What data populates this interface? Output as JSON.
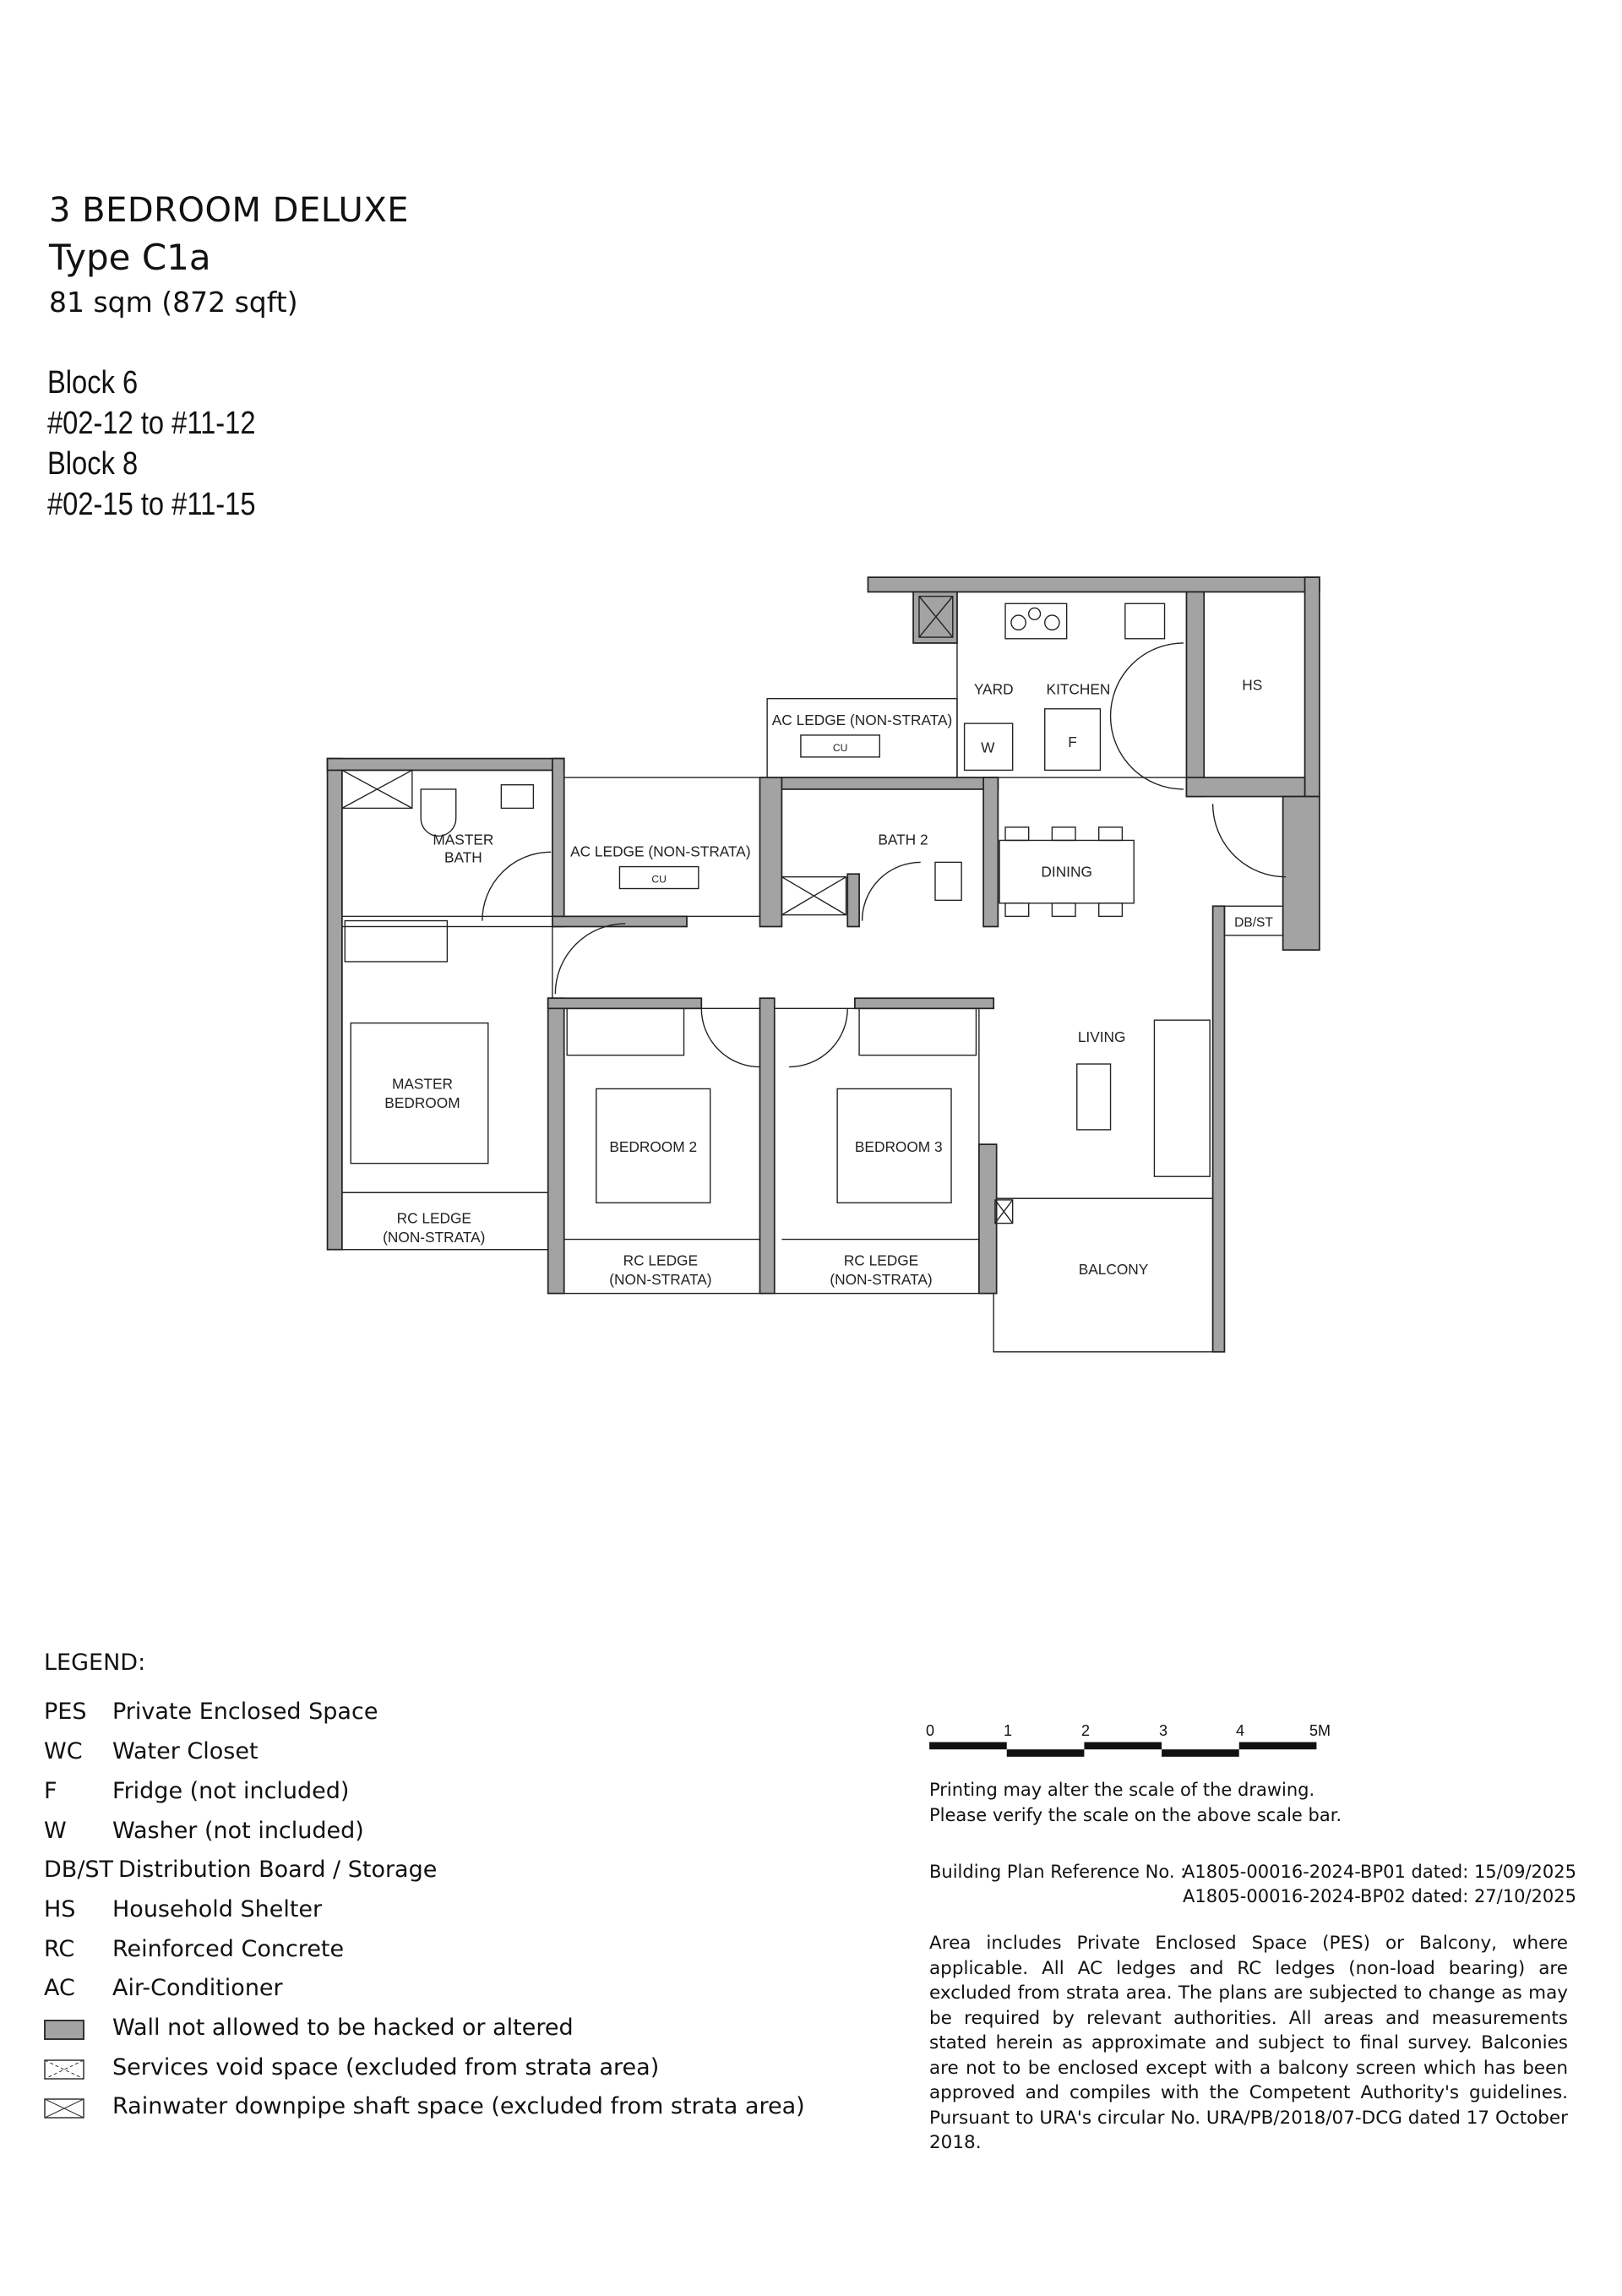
{
  "header": {
    "title": "3 BEDROOM DELUXE",
    "type": "Type C1a",
    "area": "81 sqm (872 sqft)",
    "blocks": [
      {
        "block": "Block 6",
        "units": "#02-12 to #11-12"
      },
      {
        "block": "Block 8",
        "units": "#02-15 to #11-15"
      }
    ]
  },
  "plan": {
    "labels": {
      "master_bath": [
        "MASTER",
        "BATH"
      ],
      "ac_ledge_1": "AC LEDGE (NON-STRATA)",
      "ac_ledge_2": "AC LEDGE (NON-STRATA)",
      "cu": "CU",
      "bath2": "BATH 2",
      "yard": "YARD",
      "kitchen": "KITCHEN",
      "hs": "HS",
      "washer": "W",
      "fridge": "F",
      "dining": "DINING",
      "dbst": "DB/ST",
      "living": "LIVING",
      "master_bedroom": [
        "MASTER",
        "BEDROOM"
      ],
      "bedroom2": "BEDROOM 2",
      "bedroom3": "BEDROOM 3",
      "rc_ledge": [
        "RC LEDGE",
        "(NON-STRATA)"
      ],
      "balcony": "BALCONY"
    },
    "wall_color": "#a3a3a3"
  },
  "legend": {
    "title": "LEGEND:",
    "items": [
      {
        "abbr": "PES",
        "desc": "Private Enclosed Space"
      },
      {
        "abbr": "WC",
        "desc": "Water Closet"
      },
      {
        "abbr": "F",
        "desc": "Fridge (not included)"
      },
      {
        "abbr": "W",
        "desc": "Washer (not included)"
      },
      {
        "abbr": "DB/ST",
        "desc": "Distribution Board / Storage"
      },
      {
        "abbr": "HS",
        "desc": "Household Shelter"
      },
      {
        "abbr": "RC",
        "desc": "Reinforced Concrete"
      },
      {
        "abbr": "AC",
        "desc": "Air-Conditioner"
      }
    ],
    "symbols": [
      {
        "symbol": "grey-wall",
        "desc": "Wall not allowed to be hacked or altered"
      },
      {
        "symbol": "services-void",
        "desc": "Services void space (excluded from strata area)"
      },
      {
        "symbol": "rainwater-shaft",
        "desc": "Rainwater downpipe shaft space (excluded from strata area)"
      }
    ]
  },
  "scale_bar": {
    "ticks": [
      "0",
      "1",
      "2",
      "3",
      "4",
      "5M"
    ]
  },
  "notes": {
    "printing": [
      "Printing may alter the scale of the drawing.",
      "Please verify the scale on the above scale bar."
    ],
    "reference_label": "Building Plan Reference No. :",
    "references": [
      "A1805-00016-2024-BP01 dated: 15/09/2025",
      "A1805-00016-2024-BP02 dated: 27/10/2025"
    ],
    "disclaimer": "Area includes Private Enclosed Space (PES) or Balcony, where applicable. All AC ledges and RC ledges (non-load bearing) are excluded from strata area. The plans are subjected to change as may be required by relevant authorities. All areas and measurements stated herein as approximate and subject to final survey. Balconies are not to be enclosed except with a balcony screen which has been approved and compiles with the Competent Authority's guidelines. Pursuant to URA's circular No. URA/PB/2018/07-DCG dated 17 October 2018."
  }
}
